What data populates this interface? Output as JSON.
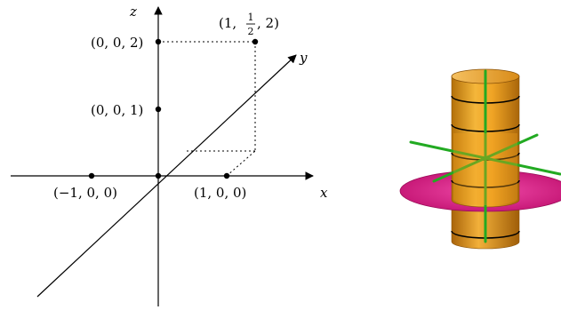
{
  "axes": {
    "x_name": "x",
    "y_name": "y",
    "z_name": "z"
  },
  "points": {
    "p_001": "(0, 0, 1)",
    "p_002": "(0, 0, 2)",
    "p_m100": "(−1, 0, 0)",
    "p_100": "(1, 0, 0)",
    "p_1half2_open": "(1, ",
    "p_1half2_num": "1",
    "p_1half2_den": "2",
    "p_1half2_close": ", 2)"
  },
  "colors": {
    "cylinder": "#e8a020",
    "disk": "#d0187f",
    "green_lines": "#22aa22",
    "rings": "#000000"
  }
}
